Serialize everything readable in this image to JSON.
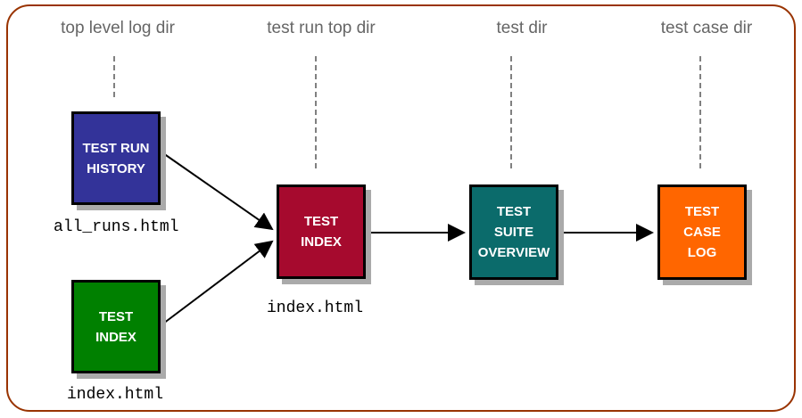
{
  "diagram": {
    "columns": [
      {
        "label": "top level log dir"
      },
      {
        "label": "test run top dir"
      },
      {
        "label": "test dir"
      },
      {
        "label": "test case dir"
      }
    ],
    "boxes": {
      "test_run_history": {
        "lines": [
          "TEST RUN",
          "HISTORY"
        ],
        "color": "#333399"
      },
      "test_index_toplevel": {
        "lines": [
          "TEST",
          "INDEX"
        ],
        "color": "#008000"
      },
      "test_index_testrun": {
        "lines": [
          "TEST",
          "INDEX"
        ],
        "color": "#A60A2E"
      },
      "test_suite_overview": {
        "lines": [
          "TEST",
          "SUITE",
          "OVERVIEW"
        ],
        "color": "#0B6B6B"
      },
      "test_case_log": {
        "lines": [
          "TEST",
          "CASE",
          "LOG"
        ],
        "color": "#FF6600"
      }
    },
    "file_labels": {
      "all_runs": "all_runs.html",
      "index_testrun": "index.html",
      "index_toplevel": "index.html"
    },
    "colors": {
      "frame_border": "#993300",
      "header_text": "#666666",
      "box_border": "#000000",
      "box_shadow": "#AAAAAA",
      "box_text": "#FFFFFF",
      "arrow": "#000000",
      "file_label_text": "#000000"
    }
  }
}
